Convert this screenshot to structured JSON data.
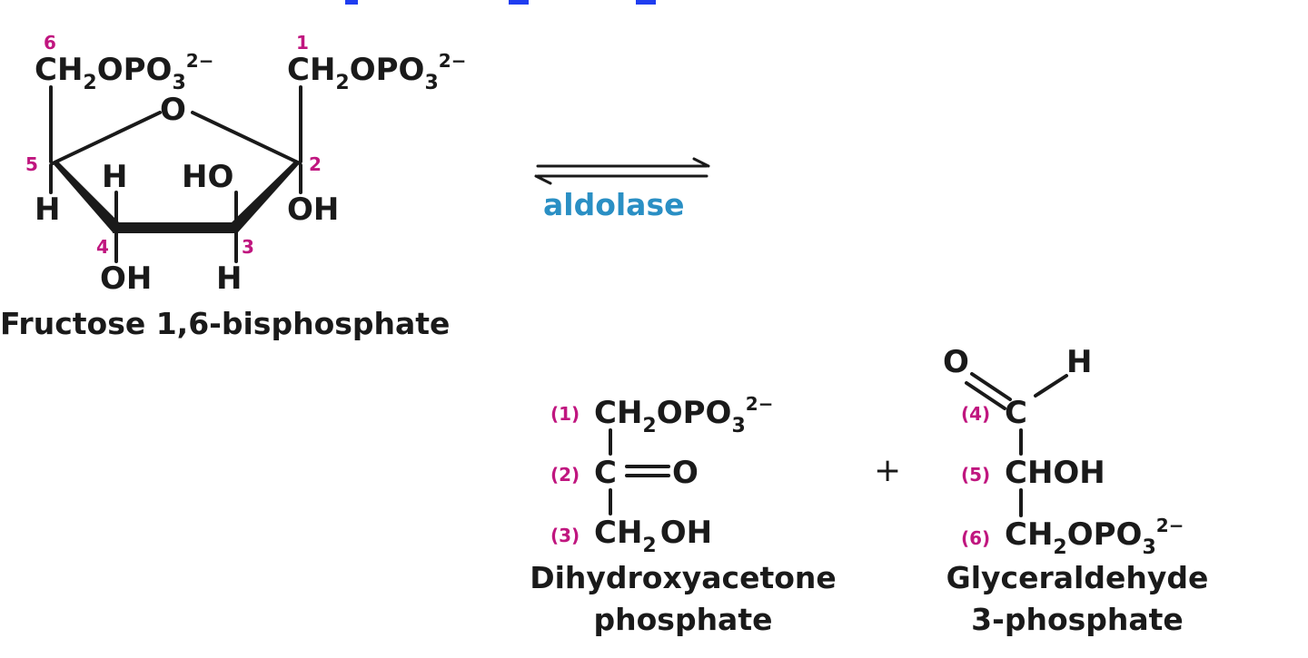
{
  "colors": {
    "ink": "#1a1a1a",
    "carbon_number": "#c0167f",
    "enzyme": "#2a8fc4",
    "title": "#1f3df0"
  },
  "fructose": {
    "c6_group": "CH",
    "c6_group_tail": "OPO",
    "c1_group": "CH",
    "c1_group_tail": "OPO",
    "sub2": "2",
    "sub3": "3",
    "charge": "2−",
    "ring_o": "O",
    "c5_h": "H",
    "c4_h": "H",
    "c3_ho": "HO",
    "c2_oh": "OH",
    "c4_oh": "OH",
    "c3_h": "H",
    "num_1": "1",
    "num_2": "2",
    "num_3": "3",
    "num_4": "4",
    "num_5": "5",
    "num_6": "6",
    "name": "Fructose 1,6-bisphosphate"
  },
  "reaction": {
    "enzyme": "aldolase",
    "plus": "+"
  },
  "dhap": {
    "n1": "(1)",
    "n2": "(2)",
    "n3": "(3)",
    "row1_a": "CH",
    "row1_b": "OPO",
    "row2_c": "C",
    "row2_o": "O",
    "row3_a": "CH",
    "row3_b": "OH",
    "sub2": "2",
    "sub3": "3",
    "charge": "2−",
    "name_line1": "Dihydroxyacetone",
    "name_line2": "phosphate"
  },
  "gap": {
    "n4": "(4)",
    "n5": "(5)",
    "n6": "(6)",
    "top_o": "O",
    "top_h": "H",
    "row1_c": "C",
    "row2": "CHOH",
    "row3_a": "CH",
    "row3_b": "OPO",
    "sub2": "2",
    "sub3": "3",
    "charge": "2−",
    "name_line1": "Glyceraldehyde",
    "name_line2": "3-phosphate"
  }
}
